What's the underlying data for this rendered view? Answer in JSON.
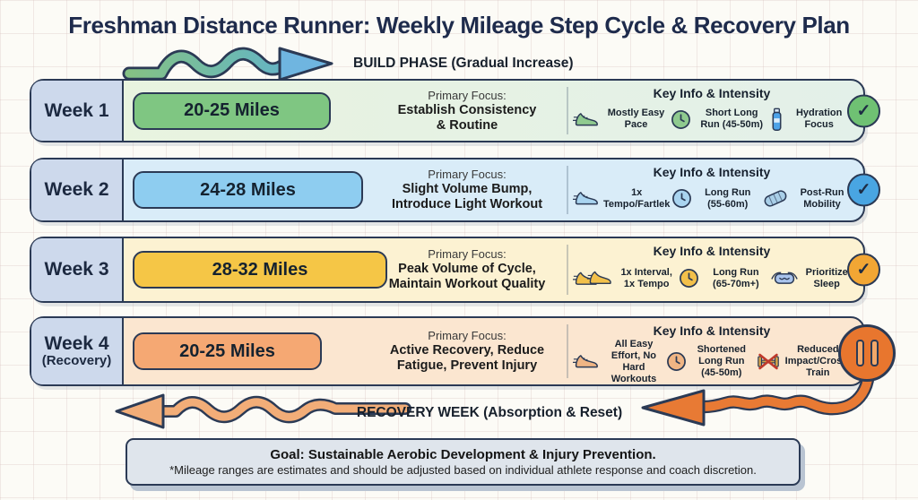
{
  "title": "Freshman Distance Runner: Weekly Mileage Step Cycle & Recovery Plan",
  "build_phase_label": "BUILD PHASE (Gradual Increase)",
  "recovery_phase_label": "RECOVERY WEEK (Absorption & Reset)",
  "focus_heading": "Primary Focus:",
  "key_info_heading": "Key Info & Intensity",
  "check_glyph": "✓",
  "weeks": [
    {
      "label": "Week 1",
      "mileage": "20-25 Miles",
      "focus1": "Establish Consistency",
      "focus2": "& Routine",
      "items": [
        {
          "icon": "running-shoe",
          "label": "Mostly Easy Pace"
        },
        {
          "icon": "clock",
          "label": "Short Long Run (45-50m)"
        },
        {
          "icon": "water-bottle",
          "label": "Hydration Focus"
        }
      ],
      "status": "check",
      "colors": {
        "row_bg": "#e9f4de",
        "bar": "#7fc682",
        "badge": "#6fc173"
      }
    },
    {
      "label": "Week 2",
      "mileage": "24-28 Miles",
      "focus1": "Slight Volume Bump,",
      "focus2": "Introduce Light Workout",
      "items": [
        {
          "icon": "running-shoe",
          "label": "1x Tempo/Fartlek"
        },
        {
          "icon": "clock",
          "label": "Long Run (55-60m)"
        },
        {
          "icon": "foam-roller",
          "label": "Post-Run Mobility"
        }
      ],
      "status": "check",
      "colors": {
        "row_bg": "#d9ecf8",
        "bar": "#8ecdf0",
        "badge": "#49a5e2"
      }
    },
    {
      "label": "Week 3",
      "mileage": "28-32 Miles",
      "focus1": "Peak Volume of Cycle,",
      "focus2": "Maintain Workout Quality",
      "items": [
        {
          "icon": "double-running-shoe",
          "label": "1x Interval, 1x Tempo"
        },
        {
          "icon": "clock",
          "label": "Long Run (65-70m+)"
        },
        {
          "icon": "sleep-mask",
          "label": "Prioritize Sleep"
        }
      ],
      "status": "check",
      "colors": {
        "row_bg": "#fcf2d2",
        "bar": "#f5c646",
        "badge": "#f2a634"
      }
    },
    {
      "label": "Week 4",
      "sublabel": "(Recovery)",
      "mileage": "20-25 Miles",
      "focus1": "Active Recovery, Reduce",
      "focus2": "Fatigue, Prevent Injury",
      "items": [
        {
          "icon": "running-shoe",
          "label": "All Easy Effort, No Hard Workouts"
        },
        {
          "icon": "clock",
          "label": "Shortened Long Run (45-50m)"
        },
        {
          "icon": "no-impact-dumbbell",
          "label": "Reduced Impact/Cross-Train"
        }
      ],
      "status": "pause",
      "colors": {
        "row_bg": "#fbe6d0",
        "bar": "#f5a873",
        "badge": "#e8762e"
      }
    }
  ],
  "goal": {
    "line1": "Goal: Sustainable Aerobic Development & Injury Prevention.",
    "line2": "*Mileage ranges are estimates and should be adjusted based on individual athlete response and coach discretion."
  },
  "palette": {
    "navy_outline": "#2b3a55",
    "title_text": "#1e2b4c",
    "build_arrow_gradient": [
      "#85c184",
      "#5fadd9"
    ],
    "recovery_arrow_left": "#f2ad78",
    "recovery_arrow_right": "#e87a34",
    "week_label_box": "#cdd9ec"
  }
}
